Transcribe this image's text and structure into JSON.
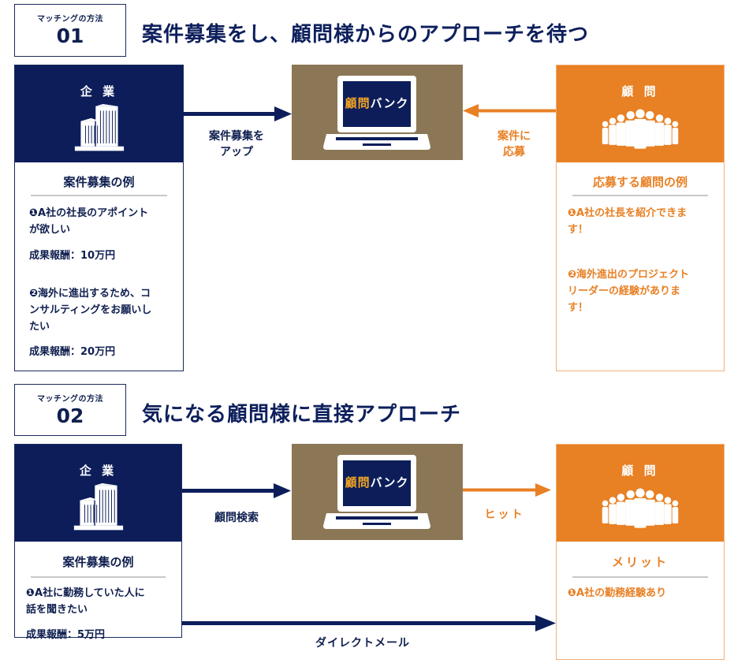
{
  "colors": {
    "navy": "#0c1d5a",
    "orange": "#e88024",
    "brown": "#8b7756",
    "rule": "#c8c8c8"
  },
  "method1": {
    "badge_sub": "マッチングの方法",
    "badge_num": "01",
    "title": "案件募集をし、顧問様からのアプローチを待つ",
    "company": {
      "label": "企 業",
      "icon": "building-icon",
      "section_title": "案件募集の例",
      "items": [
        {
          "text_line1": "❶A社の社長のアポイント",
          "text_line2": "が欲しい",
          "reward": "成果報酬：10万円"
        },
        {
          "text_line1": "❷海外に進出するため、コ",
          "text_line2": "ンサルティングをお願いし",
          "text_line3": "たい",
          "reward": "成果報酬：20万円"
        }
      ]
    },
    "platform": {
      "logo_part1": "顧問",
      "logo_part2": "バンク",
      "icon": "laptop-icon"
    },
    "arrow_to_platform": {
      "line1": "案件募集を",
      "line2": "アップ"
    },
    "arrow_from_advisor": {
      "line1": "案件に",
      "line2": "応募"
    },
    "advisor": {
      "label": "顧 問",
      "icon": "people-group-icon",
      "section_title": "応募する顧問の例",
      "items": [
        {
          "text_line1": "❶A社の社長を紹介できま",
          "text_line2": "す！"
        },
        {
          "text_line1": "❷海外進出のプロジェクト",
          "text_line2": "リーダーの経験がありま",
          "text_line3": "す！"
        }
      ]
    }
  },
  "method2": {
    "badge_sub": "マッチングの方法",
    "badge_num": "02",
    "title": "気になる顧問様に直接アプローチ",
    "company": {
      "label": "企 業",
      "icon": "building-icon",
      "section_title": "案件募集の例",
      "items": [
        {
          "text_line1": "❶A社に勤務していた人に",
          "text_line2": "話を聞きたい",
          "reward": "成果報酬：5万円"
        }
      ]
    },
    "platform": {
      "logo_part1": "顧問",
      "logo_part2": "バンク",
      "icon": "laptop-icon"
    },
    "arrow_to_platform": {
      "line1": "顧問検索"
    },
    "arrow_to_advisor": {
      "line1": "ヒット"
    },
    "direct_arrow": {
      "line1": "ダイレクトメール"
    },
    "advisor": {
      "label": "顧 問",
      "icon": "people-group-icon",
      "section_title": "メリット",
      "items": [
        {
          "text_line1": "❶A社の勤務経験あり"
        }
      ]
    }
  }
}
